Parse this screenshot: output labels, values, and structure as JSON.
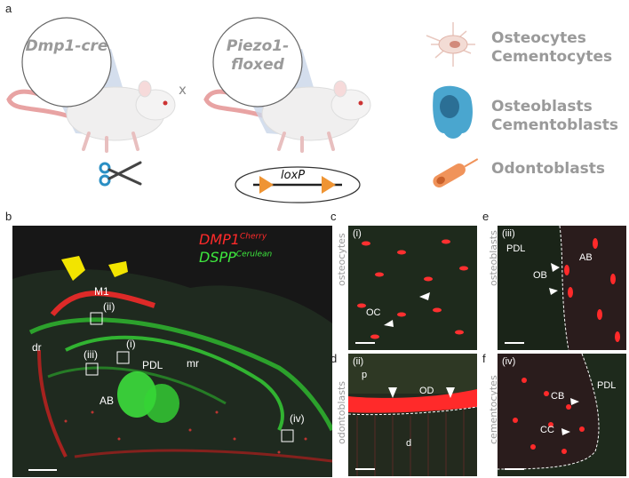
{
  "panel_a": {
    "label": "a",
    "mouse1": "Dmp1-cre",
    "cross": "x",
    "mouse2": "Piezo1-floxed",
    "loxp": "loxP",
    "legend": [
      {
        "text": "Osteocytes Cementocytes",
        "icon": "osteocyte-icon",
        "color": "#e9c9c0"
      },
      {
        "text": "Osteoblasts Cementoblasts",
        "icon": "osteoblast-icon",
        "color": "#4aa6cf"
      },
      {
        "text": "Odontoblasts",
        "icon": "odontoblast-icon",
        "color": "#f0935a"
      }
    ]
  },
  "panel_b": {
    "label": "b",
    "dmp1": "DMP1",
    "dmp1_sup": "Cherry",
    "dspp": "DSPP",
    "dspp_sup": "Cerulean",
    "colors": {
      "red": "#ff2a2a",
      "green": "#3ee83e"
    },
    "annotations": [
      "M1",
      "(ii)",
      "(iii)",
      "(i)",
      "dr",
      "mr",
      "PDL",
      "AB",
      "(iv)"
    ]
  },
  "panel_c": {
    "label": "c",
    "roman": "(i)",
    "side": "osteocytes",
    "marks": [
      "OC"
    ]
  },
  "panel_d": {
    "label": "d",
    "roman": "(ii)",
    "side": "odontoblasts",
    "marks": [
      "p",
      "OD",
      "d"
    ]
  },
  "panel_e": {
    "label": "e",
    "roman": "(iii)",
    "side": "osteoblasts",
    "marks": [
      "PDL",
      "OB",
      "AB"
    ]
  },
  "panel_f": {
    "label": "f",
    "roman": "(iv)",
    "side": "cementocytes",
    "marks": [
      "PDL",
      "CB",
      "CC"
    ]
  }
}
